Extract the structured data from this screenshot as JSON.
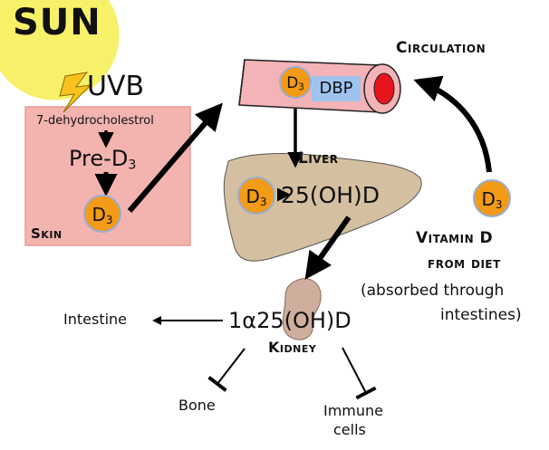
{
  "sun_label": "SUN",
  "uvb_label": "UVB",
  "skin": {
    "precursor": "7-dehydrocholestrol",
    "intermediate_prefix": "Pre-D",
    "intermediate_sub": "3",
    "label": "Skin"
  },
  "d3_badge": {
    "letter": "D",
    "sub": "3"
  },
  "circulation": {
    "label": "Circulation",
    "protein": "DBP"
  },
  "liver": {
    "label": "Liver",
    "product": "25(OH)D"
  },
  "diet": {
    "line1": "Vitamin D",
    "line2": "from diet",
    "note1": "(absorbed through",
    "note2": "intestines)"
  },
  "kidney": {
    "metabolite": "1α25(OH)D",
    "label": "Kidney"
  },
  "targets": {
    "intestine": "Intestine",
    "bone": "Bone",
    "immune_line1": "Immune",
    "immune_line2": "cells"
  },
  "colors": {
    "sun": "#f7f16a",
    "skin_box": "#f3b4b0",
    "skin_border": "#e89a97",
    "d3_circle": "#f39a17",
    "d3_border": "#98aed3",
    "dbp_fill": "#9ec3ee",
    "vessel_fill": "#f4b3b6",
    "vessel_lumen": "#e8141c",
    "liver_fill": "#d5bfa1",
    "kidney_fill": "#cfae9e",
    "lightning": "#f7c21f",
    "arrow": "#000000"
  },
  "icons": {
    "uv": "lightning-icon",
    "vessel": "blood-vessel-icon",
    "liver": "liver-icon",
    "kidney": "kidney-icon"
  }
}
